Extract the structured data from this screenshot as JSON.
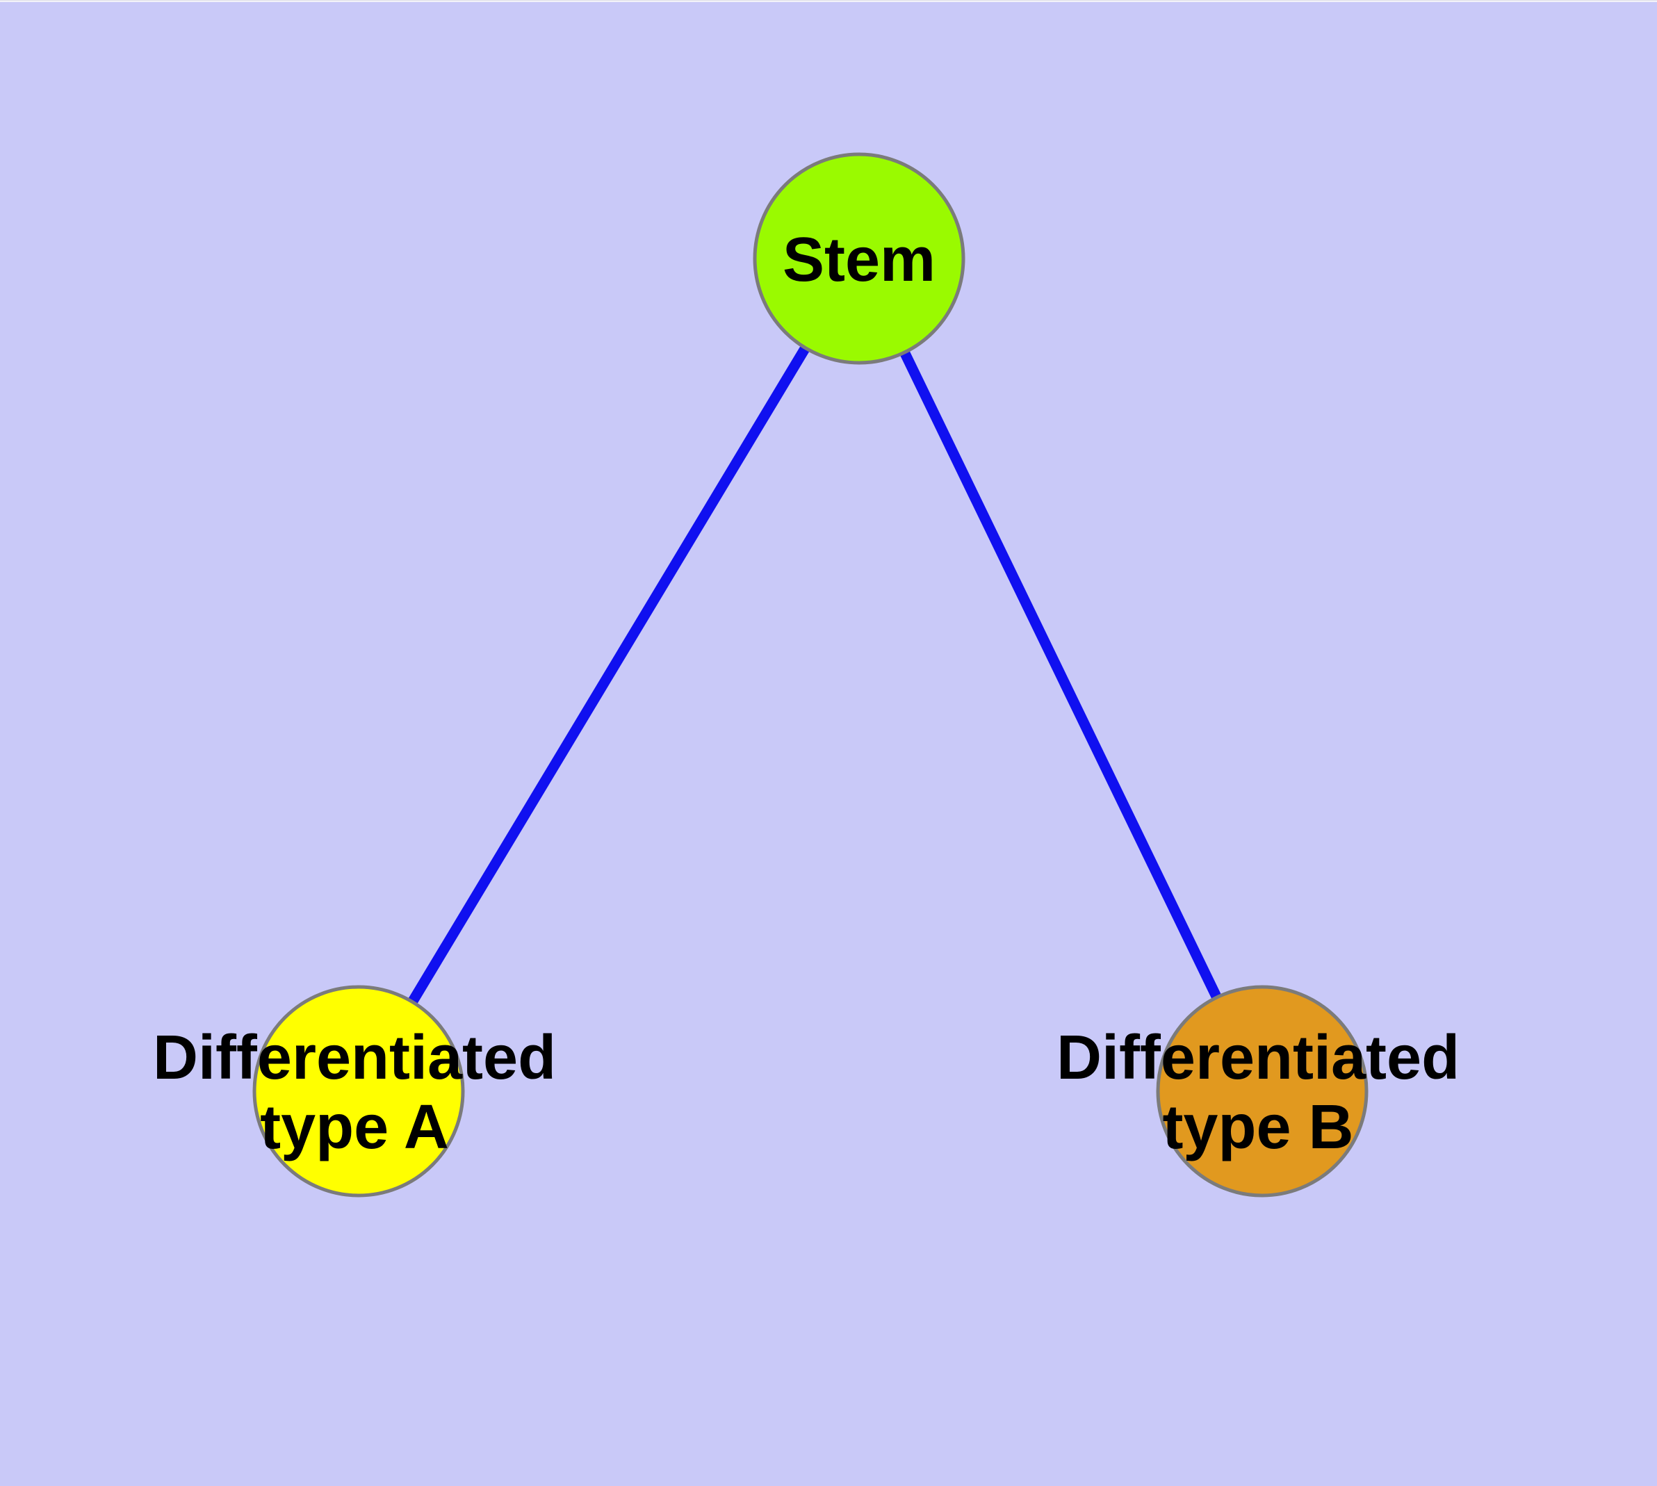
{
  "canvas": {
    "background": "#c9c9f8",
    "top_edge_color": "#f2f2f9"
  },
  "diagram": {
    "type": "graph",
    "description": "Stem cell differentiation tree: one stem node connected to two differentiated cell-type nodes",
    "edge_color": "#1010f0",
    "node_border_color": "#7b7b7b",
    "label_color": "#000000",
    "nodes": [
      {
        "id": "stem",
        "label": "Stem",
        "fill": "#9afa00"
      },
      {
        "id": "differentiated-type-a",
        "label": "Differentiated\ntype A",
        "fill": "#ffff00"
      },
      {
        "id": "differentiated-type-b",
        "label": "Differentiated\ntype B",
        "fill": "#e1991f"
      }
    ],
    "edges": [
      {
        "from": "stem",
        "to": "differentiated-type-a"
      },
      {
        "from": "stem",
        "to": "differentiated-type-b"
      }
    ]
  }
}
